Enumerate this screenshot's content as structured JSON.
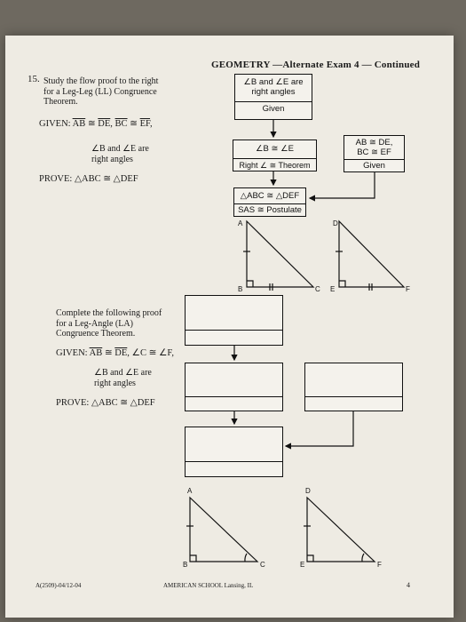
{
  "header": "GEOMETRY —Alternate Exam 4 — Continued",
  "q15": {
    "number": "15.",
    "line1": "Study the flow proof to the right",
    "line2": "for a Leg-Leg (LL) Congruence",
    "line3": "Theorem.",
    "given_label": "GIVEN:",
    "given_seg1": "AB",
    "given_seg2": "DE",
    "given_seg3": "BC",
    "given_seg4": "EF",
    "given_line2": "∠B and ∠E are",
    "given_line3": "right angles",
    "prove_label": "PROVE:",
    "prove_value": "△ABC ≅ △DEF"
  },
  "flow": {
    "box1_line1": "∠B and ∠E are",
    "box1_line2": "right angles",
    "box1_reason": "Given",
    "box2_statement": "∠B ≅ ∠E",
    "box2_reason": "Right ∠ ≅ Theorem",
    "box3_line1": "AB ≅ DE,",
    "box3_line2": "BC ≅ EF",
    "box3_reason": "Given",
    "box4_statement": "△ABC ≅ △DEF",
    "box4_reason": "SAS ≅ Postulate"
  },
  "triangles_top": {
    "A": "A",
    "B": "B",
    "C": "C",
    "D": "D",
    "E": "E",
    "F": "F"
  },
  "q16": {
    "line1": "Complete the following proof",
    "line2": "for a Leg-Angle (LA)",
    "line3": "Congruence Theorem.",
    "given_label": "GIVEN:",
    "given_seg1": "AB",
    "given_seg2": "DE",
    "given_angles": "∠C ≅ ∠F,",
    "given_line2": "∠B and ∠E are",
    "given_line3": "right angles",
    "prove_label": "PROVE:",
    "prove_value": "△ABC ≅ △DEF"
  },
  "triangles_bottom": {
    "A": "A",
    "B": "B",
    "C": "C",
    "D": "D",
    "E": "E",
    "F": "F"
  },
  "footer": {
    "code": "A(2509)-04/12-04",
    "school": "AMERICAN SCHOOL Lansing, IL",
    "page": "4"
  }
}
